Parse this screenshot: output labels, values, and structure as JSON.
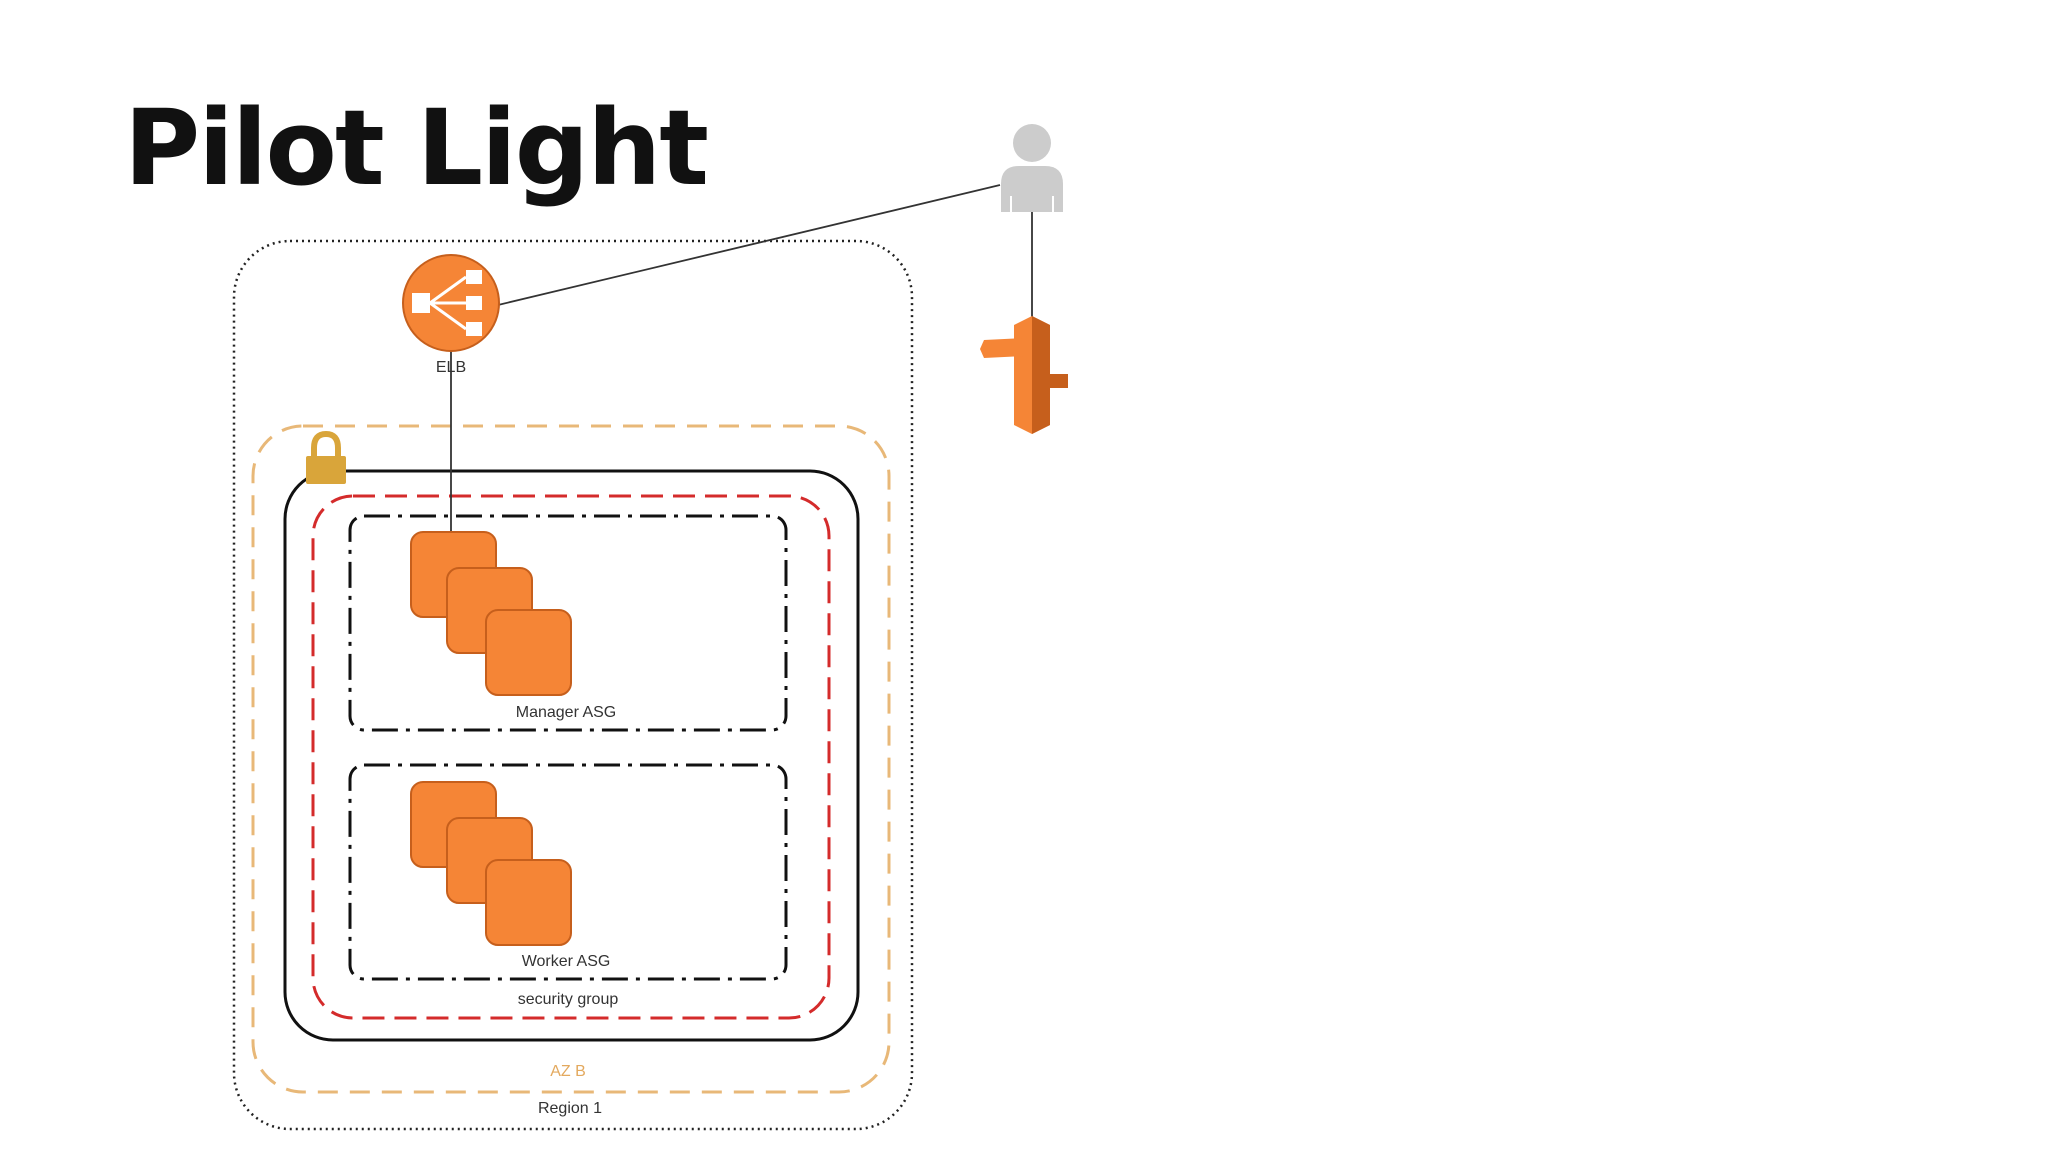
{
  "slide": {
    "title": "Pilot Light"
  },
  "diagram": {
    "labels": {
      "elb": "ELB",
      "manager_asg": "Manager ASG",
      "worker_asg": "Worker ASG",
      "security_group": "security group",
      "az": "AZ B",
      "region": "Region 1"
    },
    "icons": {
      "user": "user-icon",
      "load_balancer": "elastic-load-balancer-icon",
      "lock": "lock-icon",
      "route": "route53-signpost-icon",
      "instances": "ec2-instances-stack-icon"
    },
    "colors": {
      "aws_orange": "#F58536",
      "aws_orange_dark": "#C65F1C",
      "security_group_red": "#D42B2B",
      "az_tan": "#E8B878",
      "lock_gold": "#D9A53A",
      "user_gray": "#CCCCCC"
    }
  }
}
